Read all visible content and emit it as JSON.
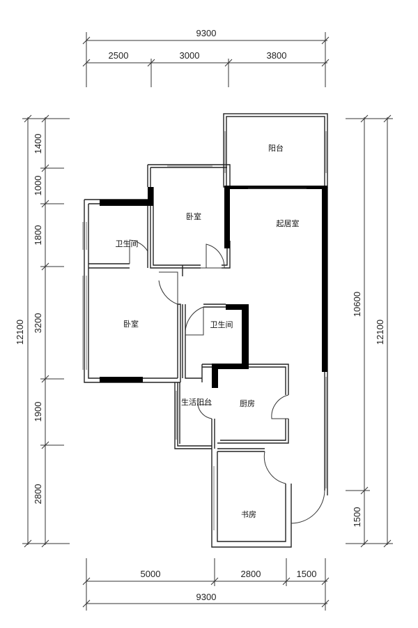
{
  "dimensions": {
    "top_total": "9300",
    "top_segments": [
      "2500",
      "3000",
      "3800"
    ],
    "bottom_segments": [
      "5000",
      "2800",
      "1500"
    ],
    "bottom_total": "9300",
    "left_total": "12100",
    "left_segments": [
      "1400",
      "1000",
      "1800",
      "3200",
      "1900",
      "2800"
    ],
    "right_inner": "10600",
    "right_inner_bottom": "1500",
    "right_total": "12100"
  },
  "rooms": {
    "balcony": "阳台",
    "bedroom_top": "卧室",
    "living_room": "起居室",
    "bathroom_left": "卫生间",
    "bedroom_left": "卧室",
    "bathroom_center": "卫生间",
    "utility_balcony": "生活阳台",
    "kitchen": "厨房",
    "study": "书房"
  }
}
